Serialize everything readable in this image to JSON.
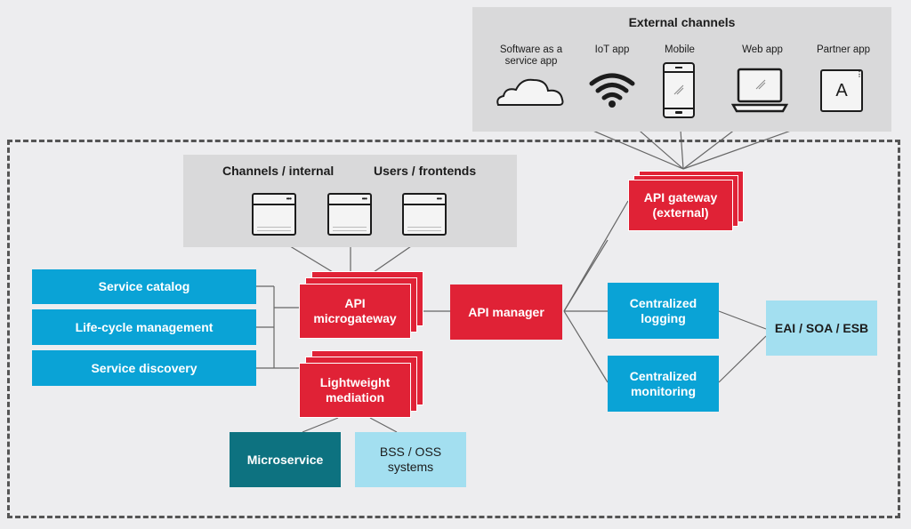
{
  "external": {
    "title": "External channels",
    "channels": [
      {
        "label": "Software as a service app",
        "icon": "cloud-icon"
      },
      {
        "label": "IoT app",
        "icon": "wifi-icon"
      },
      {
        "label": "Mobile",
        "icon": "mobile-phone-icon"
      },
      {
        "label": "Web app",
        "icon": "laptop-icon"
      },
      {
        "label": "Partner app",
        "icon": "partner-app-icon",
        "glyph": "A"
      }
    ]
  },
  "internal": {
    "title_left": "Channels / internal",
    "title_right": "Users / frontends",
    "windows": [
      "browser-window-icon",
      "browser-window-icon",
      "browser-window-icon"
    ]
  },
  "services": {
    "catalog": "Service catalog",
    "lifecycle": "Life-cycle management",
    "discovery": "Service discovery"
  },
  "nodes": {
    "microgateway": "API microgateway",
    "mediation": "Lightweight mediation",
    "manager": "API manager",
    "gateway": "API gateway (external)",
    "logging": "Centralized logging",
    "monitoring": "Centralized monitoring",
    "eai": "EAI / SOA / ESB",
    "microservice": "Microservice",
    "bss": "BSS / OSS systems"
  },
  "colors": {
    "red": "#e02236",
    "blue": "#0aa3d6",
    "teal": "#0d7280",
    "light_blue": "#a3dff0",
    "panel_grey": "#d9d9da",
    "background": "#ededef"
  }
}
